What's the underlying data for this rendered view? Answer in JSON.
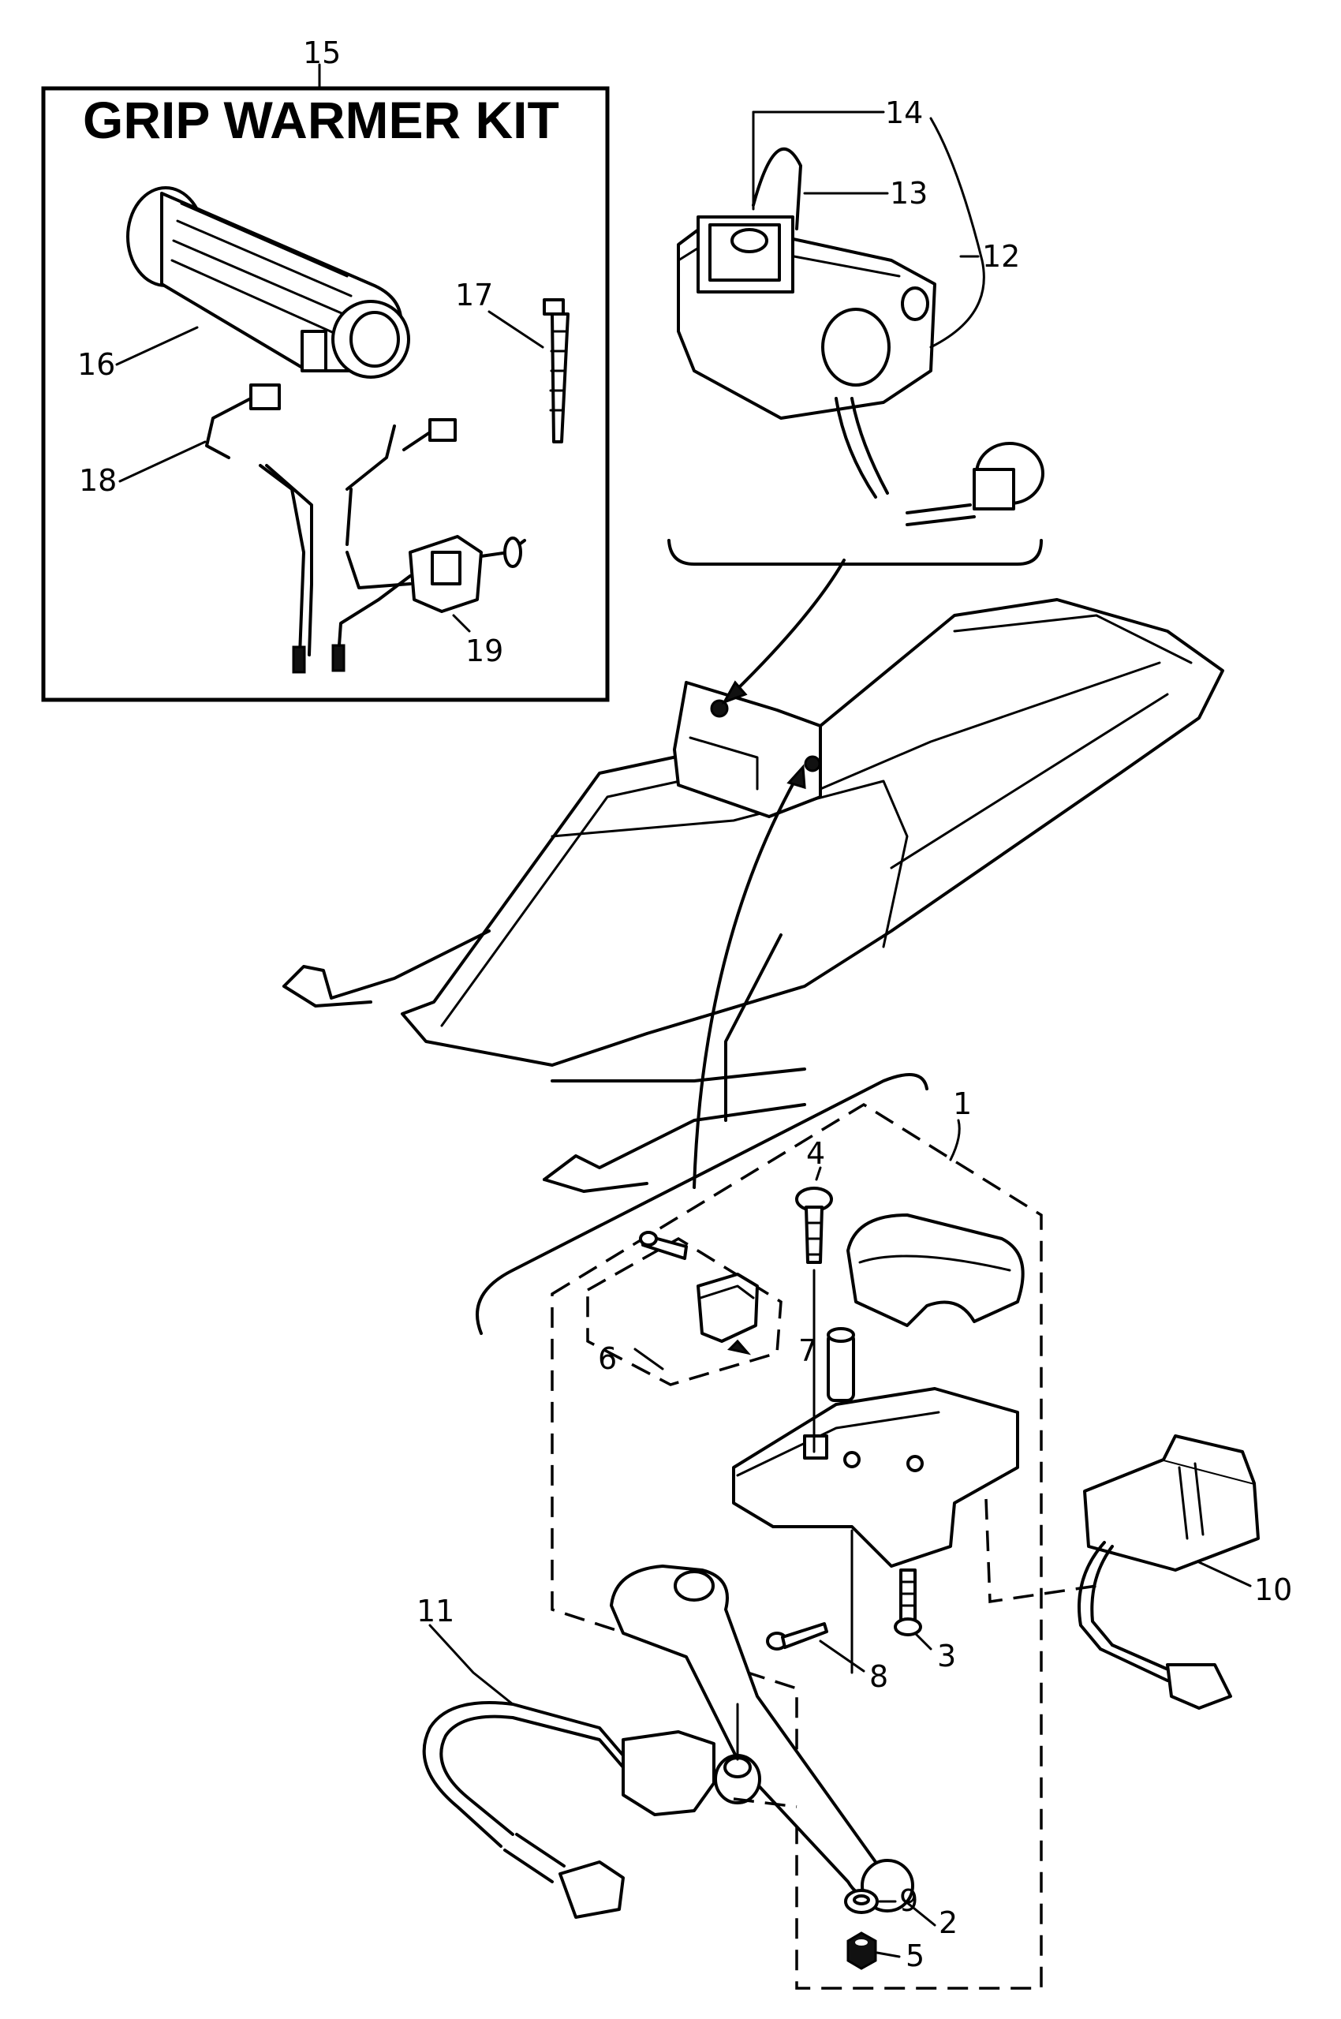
{
  "kit_title": "GRIP WARMER KIT",
  "callouts": {
    "c1": "1",
    "c2": "2",
    "c3": "3",
    "c4": "4",
    "c5": "5",
    "c6": "6",
    "c7": "7",
    "c8": "8",
    "c9": "9",
    "c10": "10",
    "c11": "11",
    "c12": "12",
    "c13": "13",
    "c14": "14",
    "c15": "15",
    "c16": "16",
    "c17": "17",
    "c18": "18",
    "c19": "19"
  }
}
